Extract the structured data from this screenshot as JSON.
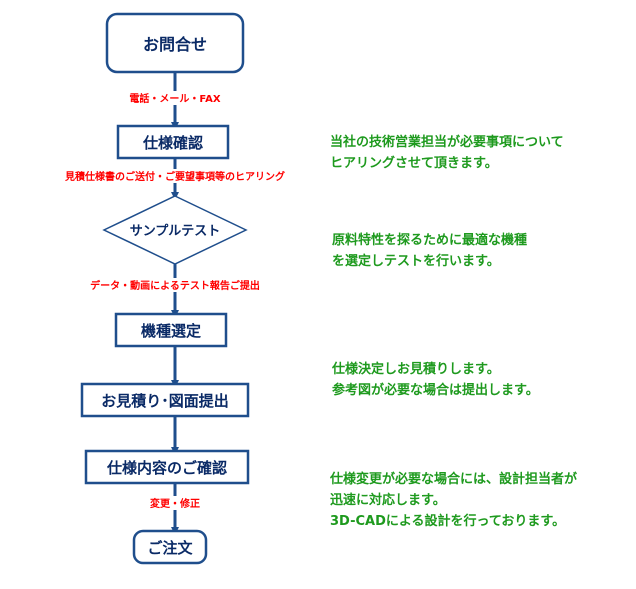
{
  "colors": {
    "box_stroke": "#1f4e8c",
    "box_fill": "#ffffff",
    "arrow": "#1f4e8c",
    "box_text": "#0a2a66",
    "edge_text": "#ff0000",
    "note_text": "#1e9a1e"
  },
  "steps": {
    "inquiry": "お問合せ",
    "spec_confirm": "仕様確認",
    "sample_test": "サンプルテスト",
    "model_select": "機種選定",
    "estimate": "お見積り･図面提出",
    "spec_detail": "仕様内容のご確認",
    "order": "ご注文"
  },
  "edges": {
    "contact": "電話・メール・FAX",
    "hearing": "見積仕様書のご送付・ご要望事項等のヒアリング",
    "report": "データ・動画によるテスト報告ご提出",
    "change": "変更・修正"
  },
  "notes": {
    "spec_confirm": [
      "当社の技術営業担当が必要事項について",
      "ヒアリングさせて頂きます。"
    ],
    "sample_test": [
      "原料特性を探るために最適な機種",
      "を選定しテストを行います。"
    ],
    "estimate": [
      "仕様決定しお見積りします。",
      "参考図が必要な場合は提出します。"
    ],
    "spec_detail": [
      "仕様変更が必要な場合には、設計担当者が",
      "迅速に対応します。",
      "3D-CADによる設計を行っております。"
    ]
  }
}
